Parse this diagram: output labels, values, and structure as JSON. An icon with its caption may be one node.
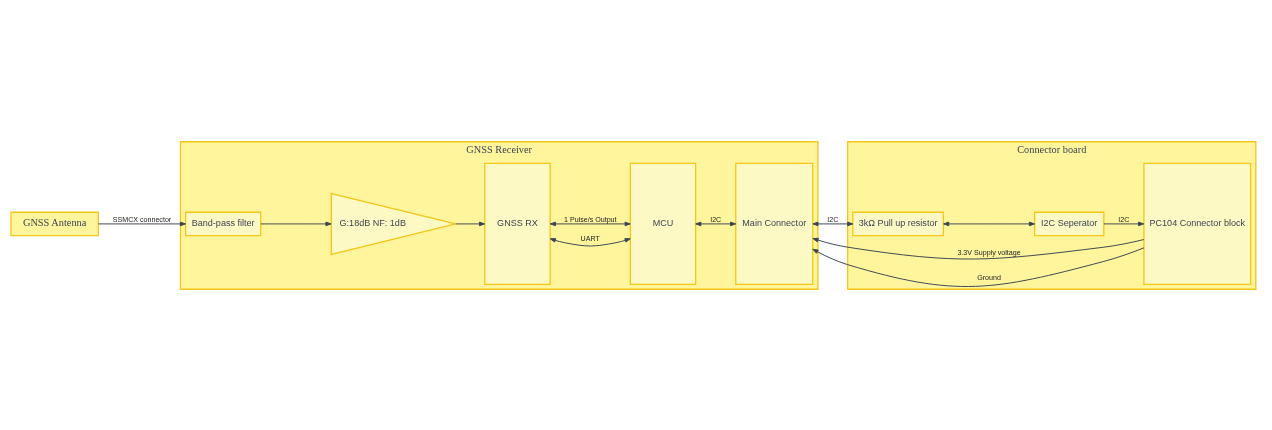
{
  "diagram": {
    "nodes": [
      {
        "text": [
          "GNSS Antenna"
        ]
      },
      {
        "text": [
          "GNSS Receiver"
        ]
      },
      {
        "text": [
          "Band-pass filter"
        ],
        "in": 1
      },
      {
        "text": [
          "G:18dB NF: 1dB"
        ],
        "in": 1
      },
      {
        "text": [
          "GNSS RX"
        ],
        "in": 1
      },
      {
        "text": [
          "MCU"
        ],
        "in": 1
      },
      {
        "text": [
          "Main Connector"
        ],
        "in": 1
      },
      {
        "text": [
          "Connector board"
        ]
      },
      {
        "text": [
          "3kΩ Pull up resistor"
        ],
        "in": 7
      },
      {
        "text": [
          "I2C Seperator"
        ],
        "in": 7
      },
      {
        "text": [
          "PC104 Connector block"
        ],
        "in": 7
      }
    ],
    "edges": [
      {
        "from": 0,
        "to": 2,
        "arrow": "to",
        "label": "SSMCX connector"
      },
      {
        "from": 2,
        "to": 3,
        "arrow": "to"
      },
      {
        "from": 3,
        "to": 4,
        "arrow": "to"
      },
      {
        "from": 4,
        "to": 5,
        "arrow": "both",
        "label": "UART"
      },
      {
        "from": 4,
        "to": 5,
        "arrow": "both",
        "label": "1 Pulse/s Output"
      },
      {
        "from": 5,
        "to": 6,
        "arrow": "both",
        "label": "I2C"
      },
      {
        "from": 6,
        "to": 8,
        "arrow": "both",
        "label": "I2C"
      },
      {
        "from": 8,
        "to": 9,
        "arrow": "both"
      },
      {
        "from": 9,
        "to": 10,
        "arrow": "to",
        "label": "I2C"
      },
      {
        "from": 10,
        "to": 6,
        "arrow": "to",
        "label": "3.3V Supply voltage"
      },
      {
        "from": 10,
        "to": 6,
        "arrow": "to",
        "label": "Ground"
      }
    ]
  }
}
